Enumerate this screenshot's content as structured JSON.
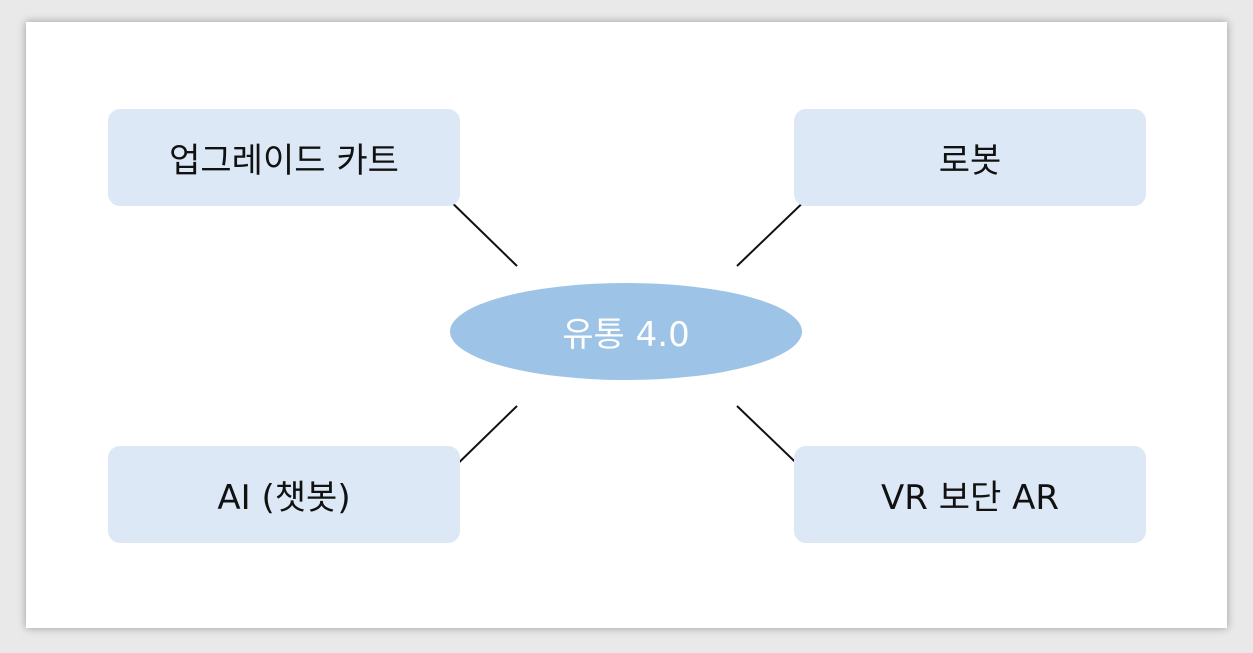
{
  "center": {
    "label": "유통 4.0"
  },
  "nodes": {
    "top_left": "업그레이드 카트",
    "top_right": "로봇",
    "bottom_left": "AI (챗봇)",
    "bottom_right": "VR 보단 AR"
  },
  "colors": {
    "box_fill": "#dce8f5",
    "center_fill": "#9dc3e6",
    "line": "#111111",
    "text": "#111111",
    "center_text": "#ffffff"
  }
}
